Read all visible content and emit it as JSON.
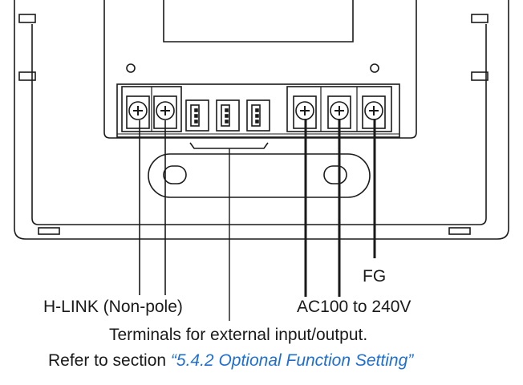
{
  "labels": {
    "fg": "FG",
    "hlink": "H-LINK (Non-pole)",
    "ac": "AC100 to 240V",
    "terminals_line1": "Terminals for external input/output.",
    "terminals_line2_prefix": "Refer to section ",
    "terminals_line2_ref": "“5.4.2 Optional Function Setting”"
  },
  "colors": {
    "line": "#1a1a1a",
    "reference_link": "#1f6fd0"
  }
}
